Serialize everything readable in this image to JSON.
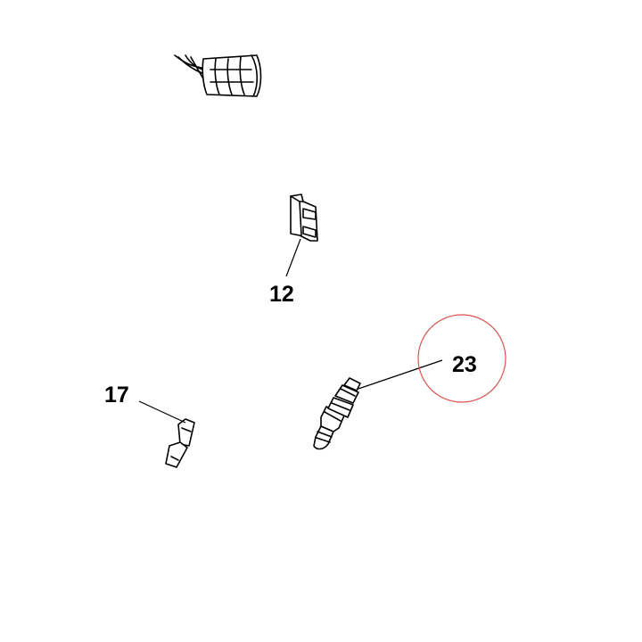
{
  "diagram": {
    "callouts": [
      {
        "id": "12",
        "label": "12"
      },
      {
        "id": "17",
        "label": "17"
      },
      {
        "id": "23",
        "label": "23",
        "highlighted": true
      }
    ],
    "highlight_color": "#d9534f",
    "line_color": "#000000",
    "background": "#ffffff",
    "parts": [
      {
        "callout": "12",
        "icon": "electrical-connector-icon"
      },
      {
        "callout": "17",
        "icon": "terminal-connector-icon"
      },
      {
        "callout": "23",
        "icon": "spark-plug-icon"
      },
      {
        "callout": "",
        "icon": "wiring-harness-icon"
      }
    ]
  }
}
